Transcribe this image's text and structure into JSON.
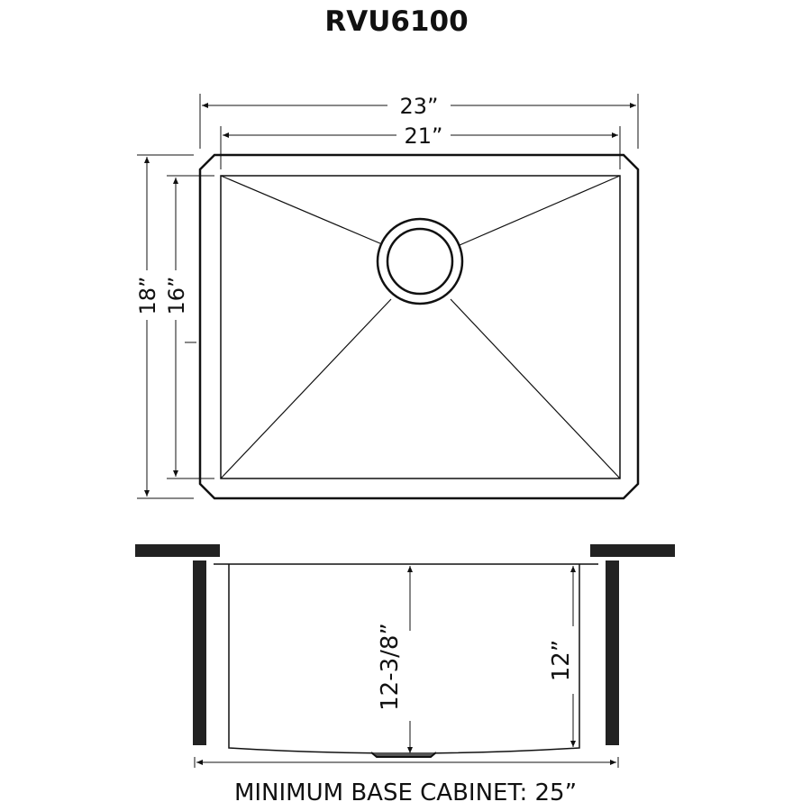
{
  "title": "RVU6100",
  "top_view": {
    "outer_width": "23”",
    "inner_width": "21”",
    "outer_depth": "18”",
    "inner_depth": "16”"
  },
  "side_view": {
    "total_depth": "12-3/8”",
    "bowl_depth": "12”"
  },
  "caption": "MINIMUM BASE CABINET: 25”"
}
